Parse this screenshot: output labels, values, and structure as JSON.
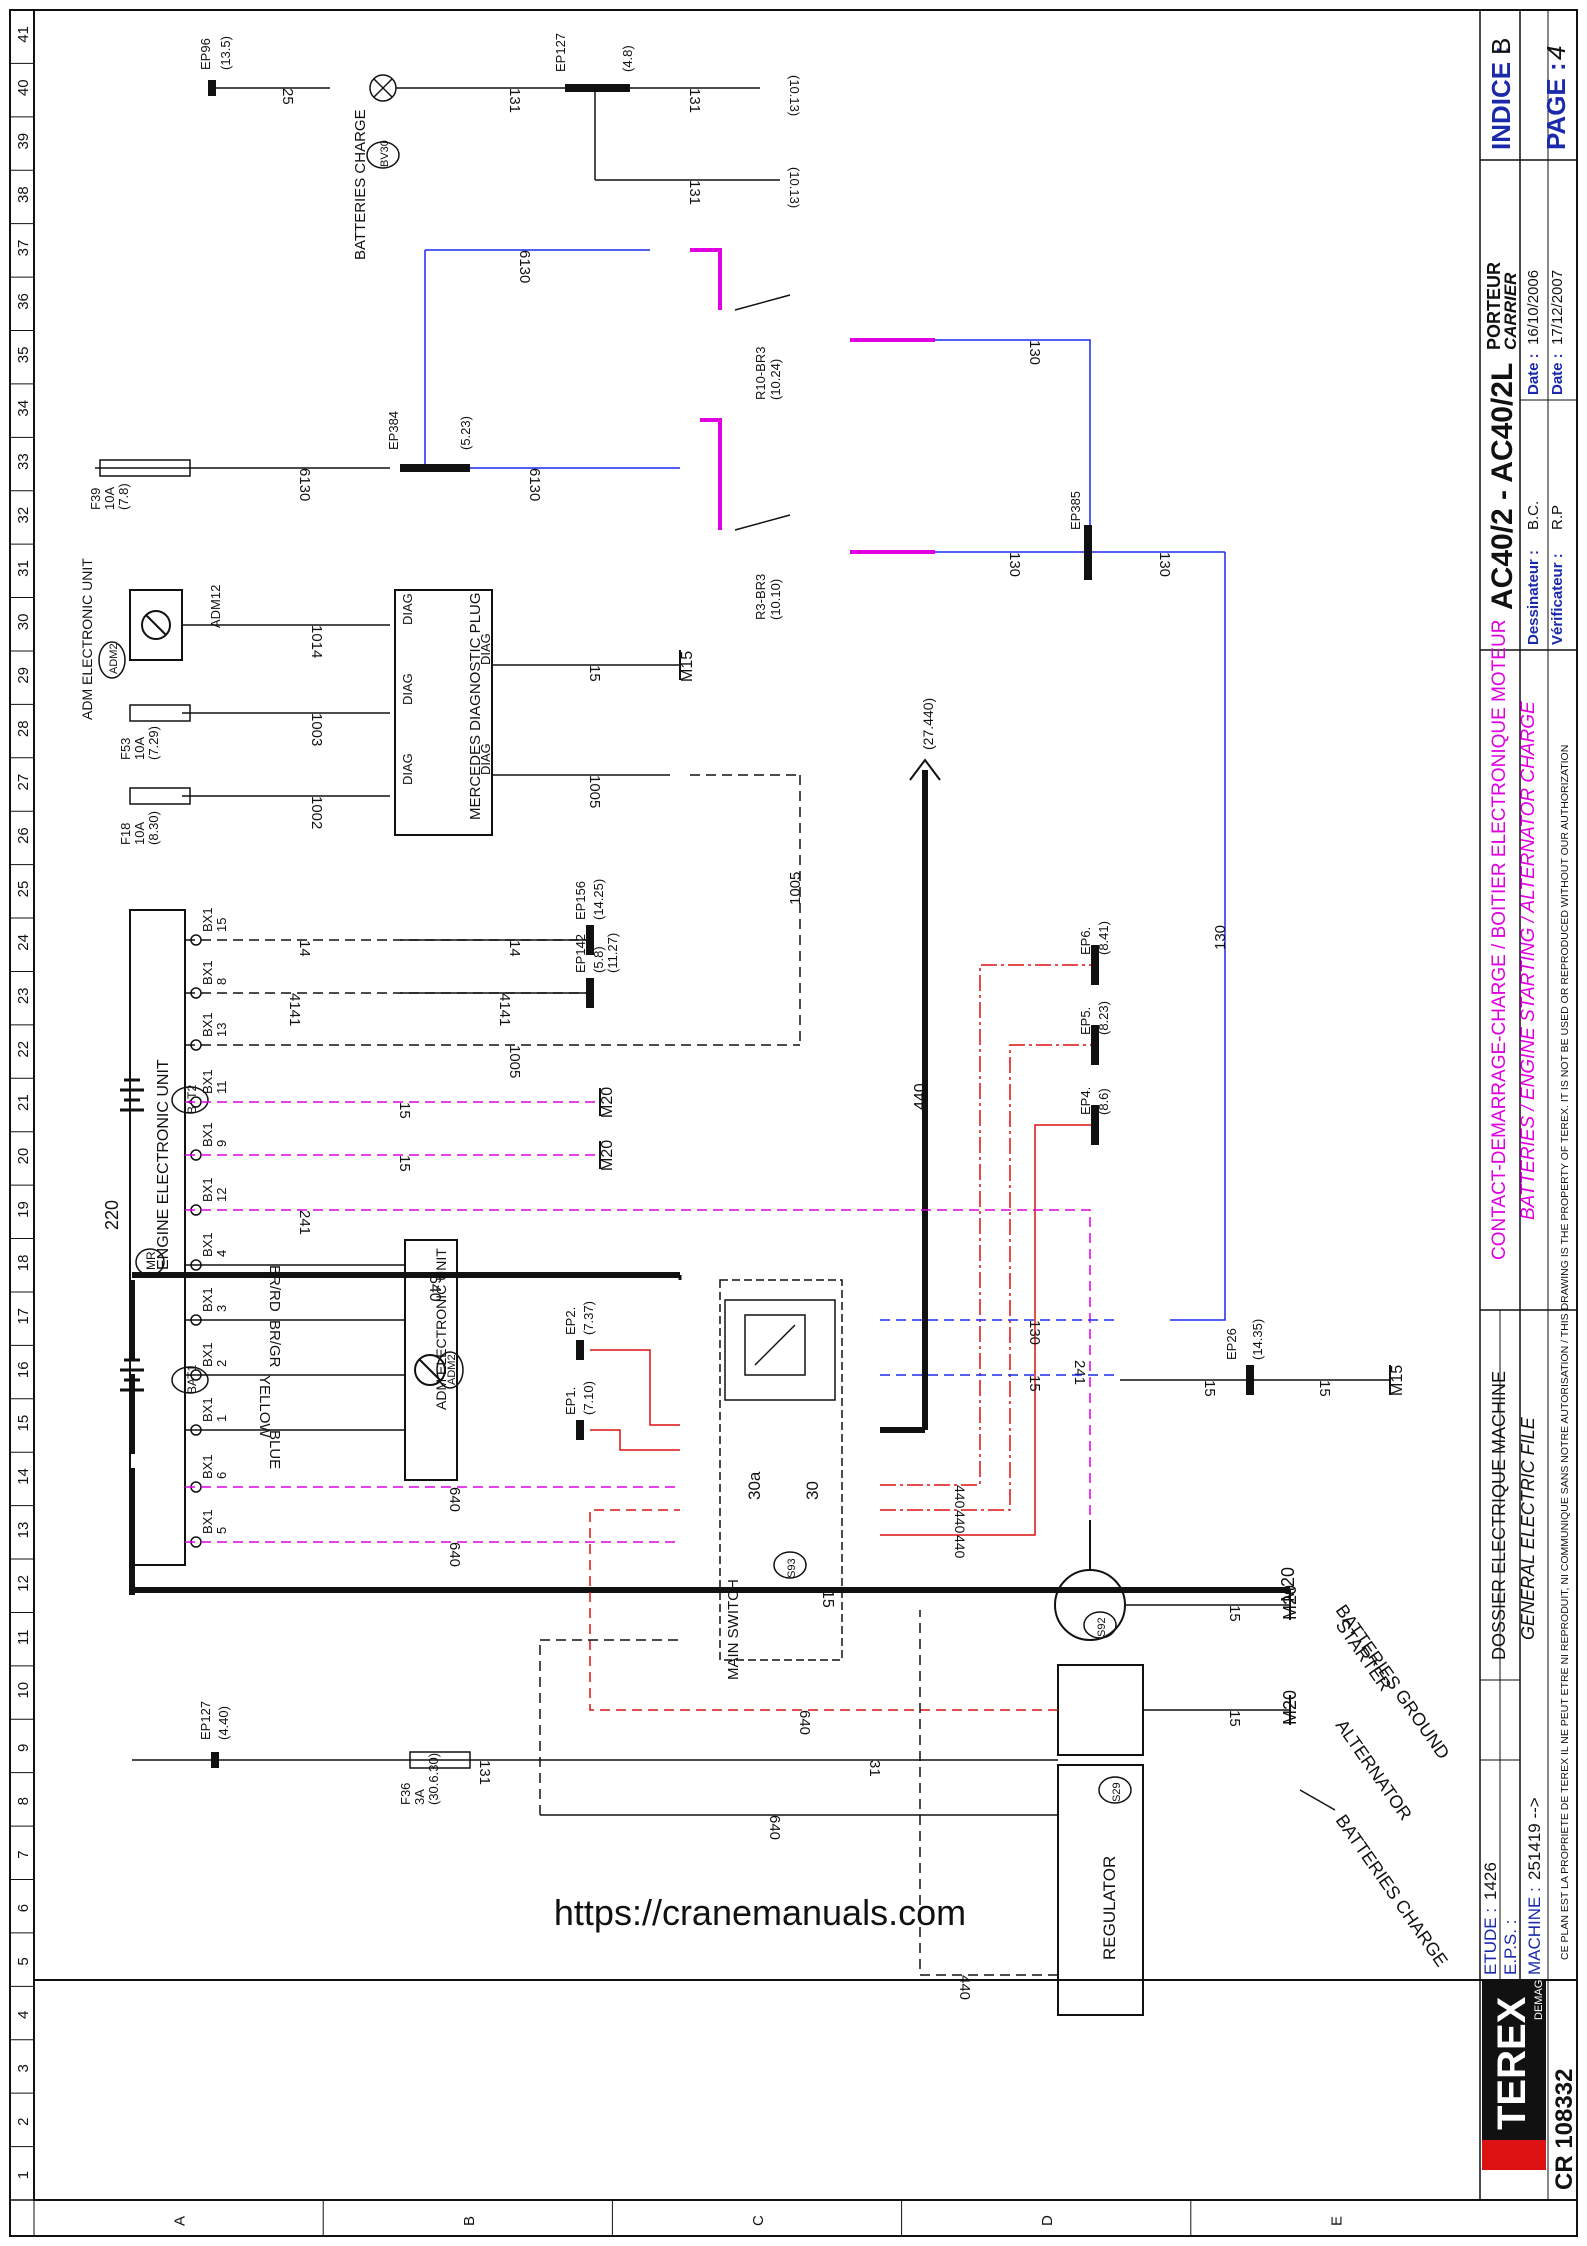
{
  "source_url": "https://cranemanuals.com",
  "columns": [
    "1",
    "2",
    "3",
    "4",
    "5",
    "6",
    "7",
    "8",
    "9",
    "10",
    "11",
    "12",
    "13",
    "14",
    "15",
    "16",
    "17",
    "18",
    "19",
    "20",
    "21",
    "22",
    "23",
    "24",
    "25",
    "26",
    "27",
    "28",
    "29",
    "30",
    "31",
    "32",
    "33",
    "34",
    "35",
    "36",
    "37",
    "38",
    "39",
    "40",
    "41"
  ],
  "rows": [
    "A",
    "B",
    "C",
    "D",
    "E"
  ],
  "title_block": {
    "title_fr": "CONTACT-DEMARRAGE-CHARGE / BOITIER ELECTRONIQUE MOTEUR",
    "title_en": "BATTERIES / ENGINE STARTING / ALTERNATOR CHARGE",
    "property_notice": "CE PLAN EST LA PROPRIETE DE TEREX IL NE PEUT ETRE NI REPRODUIT, NI COMMUNIQUE SANS NOTRE AUTORISATION / THIS DRAWING IS THE PROPERTY OF TEREX. IT IS NOT BE USED OR REPRODUCED WITHOUT OUR AUTHORIZATION",
    "dossier_fr": "DOSSIER ELECTRIQUE MACHINE",
    "dossier_en": "GENERAL ELECTRIC FILE",
    "etude_label": "ETUDE :",
    "etude_value": "1426",
    "eps_label": "E.P.S. :",
    "machine_label": "MACHINE :",
    "machine_value": "251419 -->",
    "model": "AC40/2 - AC40/2L",
    "porteur": "PORTEUR",
    "carrier": "CARRIER",
    "dessinateur_label": "Dessinateur :",
    "dessinateur_value": "B.C.",
    "verificateur_label": "Vérificateur :",
    "verificateur_value": "R.P",
    "date1_label": "Date :",
    "date1_value": "16/10/2006",
    "date2_label": "Date :",
    "date2_value": "17/12/2007",
    "indice_label": "INDICE :",
    "indice_value": "B",
    "page_label": "PAGE :",
    "page_value": "4",
    "brand": "TEREX",
    "brand_sub": "DEMAG",
    "doc_number": "CR 108332"
  },
  "components": {
    "mr_label": "MR",
    "engine_unit": "ENGINE ELECTRONIC UNIT",
    "adm_unit": "ADM ELECTRONIC UNIT",
    "adm2_tag": "ADM2",
    "adm_unit_top": "ADM ELECTRONIC UNIT",
    "adm12_tag": "ADM12",
    "diag_plug": "MERCEDES DIAGNOSTIC PLUG",
    "diag_pin": "DIAG",
    "main_switch": "MAIN SWITCH",
    "s93": "S93",
    "sw30a": "30a",
    "sw30": "30",
    "starter": "STARTER",
    "s92": "S92",
    "alternator": "ALTERNATOR",
    "regulator": "REGULATOR",
    "s29": "S29",
    "batteries_charge": "BATTERIES CHARGE",
    "batteries_ground": "BATTERIES GROUND",
    "batteries_charge_top": "BATTERIES CHARGE",
    "bv30": "BV30",
    "bat1": "BAT1",
    "bat2": "BAT2",
    "relay_r10": "R10-BR3",
    "relay_r10_ref": "(10.24)",
    "relay_r3": "R3-BR3",
    "relay_r3_ref": "(10.10)",
    "fuse_f39": "F39",
    "fuse_f39_a": "10A",
    "fuse_f39_ref": "(7.8)",
    "fuse_f53": "F53",
    "fuse_f53_a": "10A",
    "fuse_f53_ref": "(7.29)",
    "fuse_f18": "F18",
    "fuse_f18_a": "10A",
    "fuse_f18_ref": "(8.30)",
    "fuse_f36": "F36",
    "fuse_f36_a": "3A",
    "fuse_f36_ref": "(30.6.30)"
  },
  "engine_pins": [
    {
      "conn": "BX1",
      "pin": "15"
    },
    {
      "conn": "BX1",
      "pin": "8"
    },
    {
      "conn": "BX1",
      "pin": "13"
    },
    {
      "conn": "BX1",
      "pin": "11"
    },
    {
      "conn": "BX1",
      "pin": "9"
    },
    {
      "conn": "BX1",
      "pin": "12"
    },
    {
      "conn": "BX1",
      "pin": "4"
    },
    {
      "conn": "BX1",
      "pin": "3"
    },
    {
      "conn": "BX1",
      "pin": "2"
    },
    {
      "conn": "BX1",
      "pin": "1"
    },
    {
      "conn": "BX1",
      "pin": "6"
    },
    {
      "conn": "BX1",
      "pin": "5"
    }
  ],
  "wire_labels": {
    "w25": "25",
    "w131": "131",
    "w6130": "6130",
    "w130": "130",
    "w1014": "1014",
    "w1003": "1003",
    "w1002": "1002",
    "w1005": "1005",
    "w15": "15",
    "w14": "14",
    "w4141": "4141",
    "w241": "241",
    "w640": "640",
    "w440": "440",
    "w31": "31",
    "w220": "220",
    "br_rd": "BR/RD",
    "br_gr": "BR/GR",
    "yellow": "YELLOW",
    "blue": "BLUE"
  },
  "refs": {
    "ep96": "EP96",
    "ep96_ref": "(13.5)",
    "ep127": "EP127",
    "ep127_ref": "(4.8)",
    "ep127b_ref": "(4.40)",
    "to_10_13_a": "(10.13)",
    "to_10_13_b": "(10.13)",
    "ep384": "EP384",
    "ep384_ref": "(5.23)",
    "ep385": "EP385",
    "ep156": "EP156",
    "ep156_ref": "(14.25)",
    "ep142": "EP142",
    "ep142_ref": "(5.8)",
    "ep142_ref2": "(11.27)",
    "to_27_440": "(27.440)",
    "ep6": "EP6.",
    "ep6_ref": "(8.41)",
    "ep5": "EP5.",
    "ep5_ref": "(8.23)",
    "ep4": "EP4.",
    "ep4_ref": "(8.6)",
    "ep2": "EP2.",
    "ep2_ref": "(7.37)",
    "ep1": "EP1.",
    "ep1_ref": "(7.10)",
    "ep26": "EP26",
    "ep26_ref": "(14.35)",
    "m15": "M15",
    "m20": "M20"
  }
}
